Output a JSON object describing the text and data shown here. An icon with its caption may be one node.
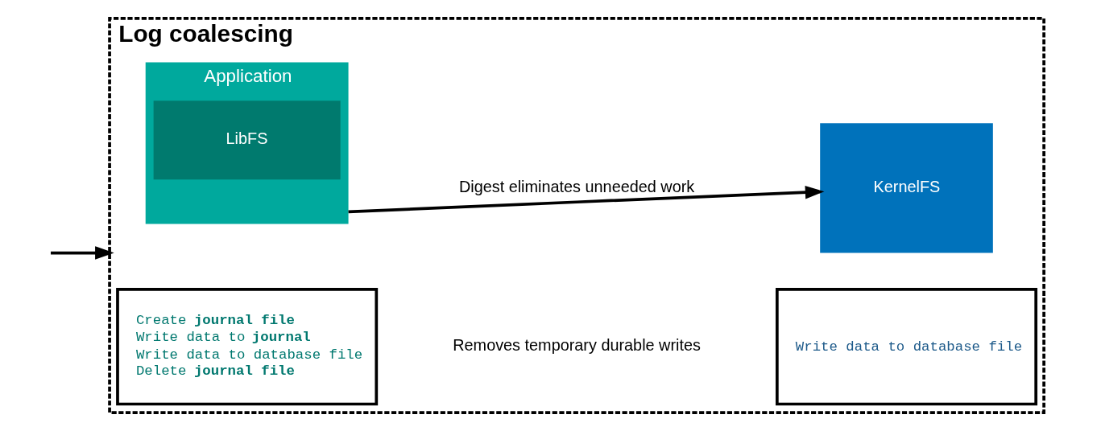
{
  "diagram": {
    "nodes": [
      {
        "text": [
          "Log coalescing"
        ]
      },
      {
        "text": [
          "Application"
        ],
        "in": 0
      },
      {
        "text": [
          "LibFS"
        ],
        "in": 1
      },
      {
        "text": [
          "KernelFS"
        ],
        "in": 0
      },
      {
        "text": [
          "Create **journal file**",
          "Write data to **journal**",
          "Write data to database file",
          "Delete **journal file**"
        ],
        "in": 0
      },
      {
        "text": [
          "Write data to database file"
        ],
        "in": 0
      }
    ],
    "edges": [
      {
        "from": 1,
        "to": 3,
        "arrow": "to",
        "label": "Digest eliminates unneeded work"
      },
      {
        "from": null,
        "to": 0,
        "arrow": "to"
      }
    ],
    "labels": [
      "Removes temporary durable writes"
    ]
  }
}
